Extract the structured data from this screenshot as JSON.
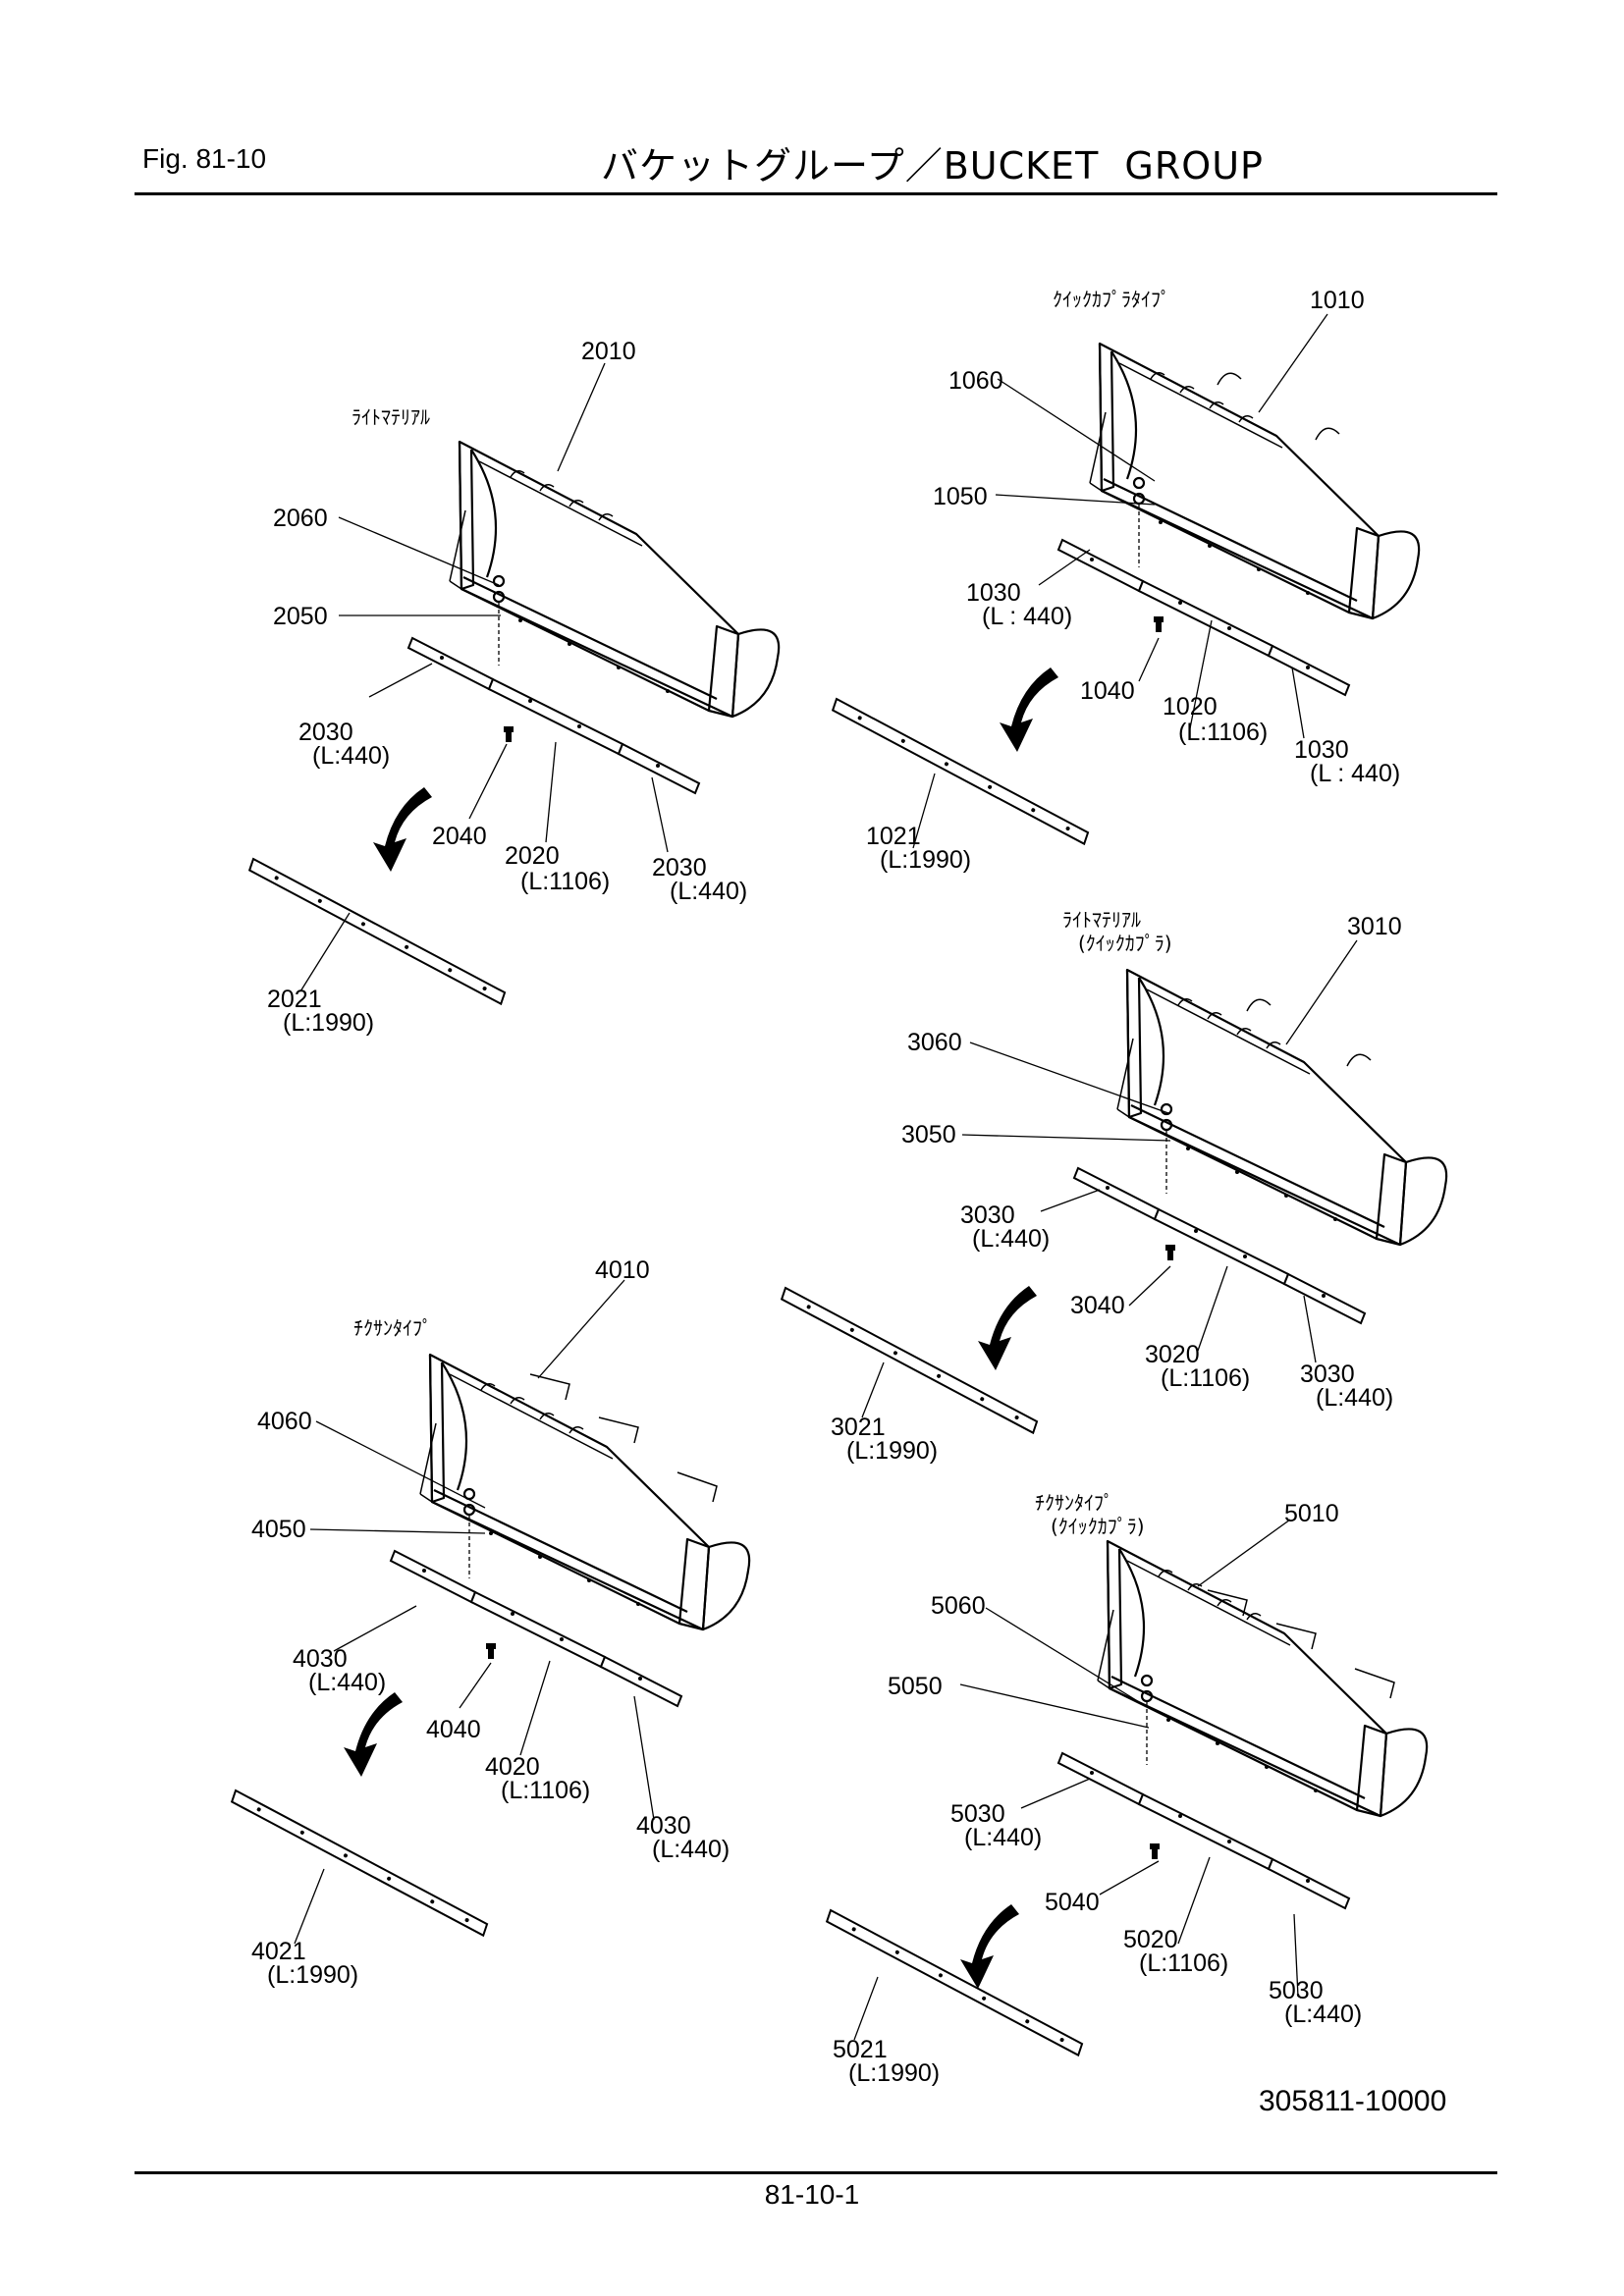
{
  "header": {
    "figure_label": "Fig.  81-10",
    "title": "バケットグループ／BUCKET  GROUP"
  },
  "footer": {
    "page_number": "81-10-1"
  },
  "document_number": "305811-10000",
  "groups": [
    {
      "type_label_lines": [
        "ﾗｲﾄﾏﾃﾘｱﾙ"
      ],
      "parts": {
        "bucket": "2010",
        "nut": "2060",
        "washer": "2050",
        "bolt": "2040",
        "edge_side_a": "2030",
        "edge_side_a_len": "(L:440)",
        "edge_center": "2020",
        "edge_center_len": "(L:1106)",
        "edge_side_b": "2030",
        "edge_side_b_len": "(L:440)",
        "long_edge": "2021",
        "long_edge_len": "(L:1990)"
      }
    },
    {
      "type_label_lines": [
        "ｸｲｯｸｶﾌﾟﾗﾀｲﾌﾟ"
      ],
      "parts": {
        "bucket": "1010",
        "nut": "1060",
        "washer": "1050",
        "bolt": "1040",
        "edge_side_a": "1030",
        "edge_side_a_len": "(L : 440)",
        "edge_center": "1020",
        "edge_center_len": "(L:1106)",
        "edge_side_b": "1030",
        "edge_side_b_len": "(L : 440)",
        "long_edge": "1021",
        "long_edge_len": "(L:1990)"
      }
    },
    {
      "type_label_lines": [
        "ﾗｲﾄﾏﾃﾘｱﾙ",
        "(ｸｲｯｸｶﾌﾟﾗ)"
      ],
      "parts": {
        "bucket": "3010",
        "nut": "3060",
        "washer": "3050",
        "bolt": "3040",
        "edge_side_a": "3030",
        "edge_side_a_len": "(L:440)",
        "edge_center": "3020",
        "edge_center_len": "(L:1106)",
        "edge_side_b": "3030",
        "edge_side_b_len": "(L:440)",
        "long_edge": "3021",
        "long_edge_len": "(L:1990)"
      }
    },
    {
      "type_label_lines": [
        "ﾁｸｻﾝﾀｲﾌﾟ"
      ],
      "parts": {
        "bucket": "4010",
        "nut": "4060",
        "washer": "4050",
        "bolt": "4040",
        "edge_side_a": "4030",
        "edge_side_a_len": "(L:440)",
        "edge_center": "4020",
        "edge_center_len": "(L:1106)",
        "edge_side_b": "4030",
        "edge_side_b_len": "(L:440)",
        "long_edge": "4021",
        "long_edge_len": "(L:1990)"
      }
    },
    {
      "type_label_lines": [
        "ﾁｸｻﾝﾀｲﾌﾟ",
        "(ｸｲｯｸｶﾌﾟﾗ)"
      ],
      "parts": {
        "bucket": "5010",
        "nut": "5060",
        "washer": "5050",
        "bolt": "5040",
        "edge_side_a": "5030",
        "edge_side_a_len": "(L:440)",
        "edge_center": "5020",
        "edge_center_len": "(L:1106)",
        "edge_side_b": "5030",
        "edge_side_b_len": "(L:440)",
        "long_edge": "5021",
        "long_edge_len": "(L:1990)"
      }
    }
  ]
}
